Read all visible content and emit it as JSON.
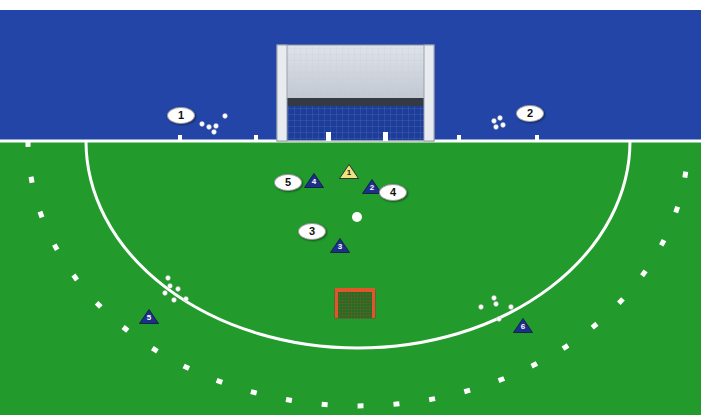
{
  "diagram": {
    "nodes": [
      {
        "text": [
          "1"
        ]
      },
      {
        "text": [
          "2"
        ]
      },
      {
        "text": [
          "1"
        ]
      },
      {
        "text": [
          "5"
        ]
      },
      {
        "text": [
          "4"
        ]
      },
      {
        "text": [
          "2"
        ]
      },
      {
        "text": [
          "4"
        ]
      },
      {
        "text": [
          "3"
        ]
      },
      {
        "text": [
          "3"
        ]
      },
      {
        "text": [
          "5"
        ]
      },
      {
        "text": [
          "6"
        ]
      }
    ]
  }
}
